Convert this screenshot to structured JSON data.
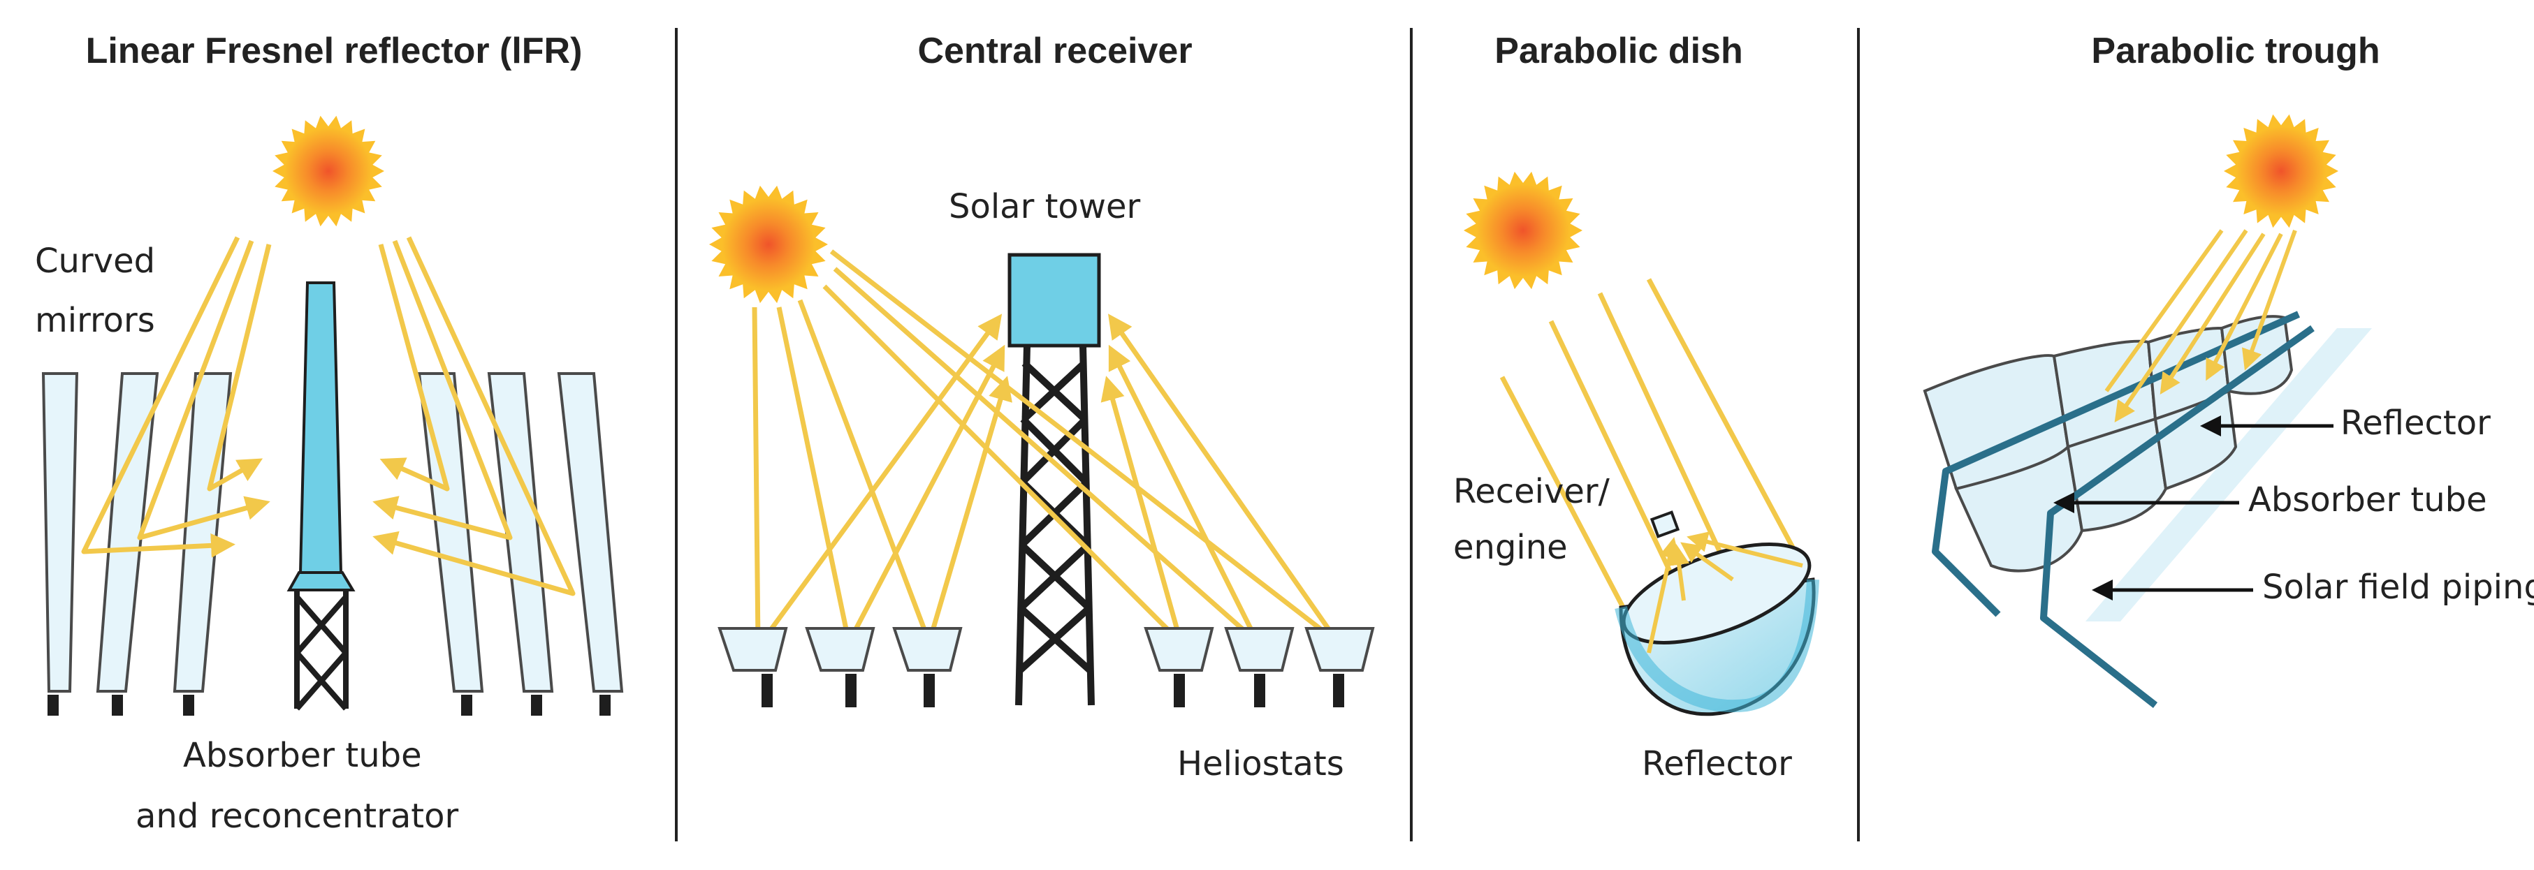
{
  "panels": [
    {
      "title": "Linear Fresnel reflector (lFR)",
      "labels": {
        "mirrors_line1": "Curved",
        "mirrors_line2": "mirrors",
        "absorber_line1": "Absorber tube",
        "absorber_line2": "and reconcentrator"
      }
    },
    {
      "title": "Central receiver",
      "labels": {
        "tower": "Solar tower",
        "heliostats": "Heliostats"
      }
    },
    {
      "title": "Parabolic dish",
      "labels": {
        "receiver_line1": "Receiver/",
        "receiver_line2": "engine",
        "reflector": "Reflector"
      }
    },
    {
      "title": "Parabolic trough",
      "labels": {
        "reflector": "Reflector",
        "absorber": "Absorber tube",
        "piping": "Solar field piping"
      }
    }
  ],
  "colors": {
    "ray": "#f2c84a",
    "sun_core": "#f0542a",
    "sun_outer": "#fbbf2a",
    "mirror_fill": "#e6f5fb",
    "mirror_stroke": "#4a4a4a",
    "tower_fill": "#6fcfe6",
    "structure": "#1e1e1e",
    "divider": "#222222",
    "pipe": "#2a6f8a"
  },
  "icons": [
    "sun-icon",
    "tower-icon",
    "heliostat-icon",
    "dish-icon",
    "trough-icon"
  ]
}
